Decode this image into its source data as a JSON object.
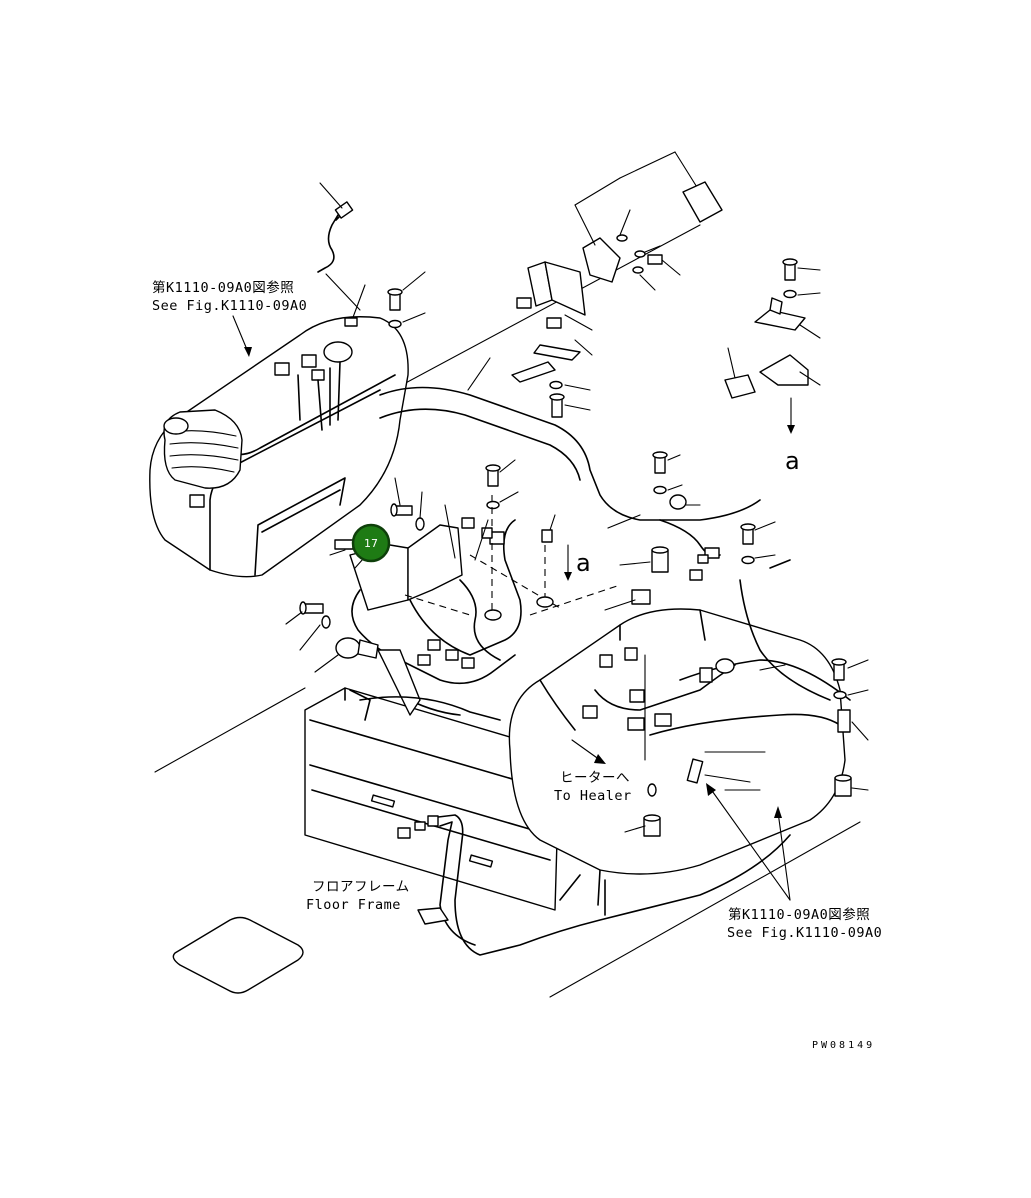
{
  "ref_top_left": {
    "jp": "第K1110-09A0図参照",
    "en": "See Fig.K1110-09A0"
  },
  "ref_bottom_right": {
    "jp": "第K1110-09A0図参照",
    "en": "See Fig.K1110-09A0"
  },
  "heater_label": {
    "jp": "ヒーターへ",
    "en": "To Healer"
  },
  "floor_frame_label": {
    "jp": "フロアフレーム",
    "en": "Floor Frame"
  },
  "view_marker_top": "a",
  "view_marker_mid": "a",
  "part_badge": {
    "number": "17",
    "color": "#1e7b14"
  },
  "drawing_code": "PW08149"
}
